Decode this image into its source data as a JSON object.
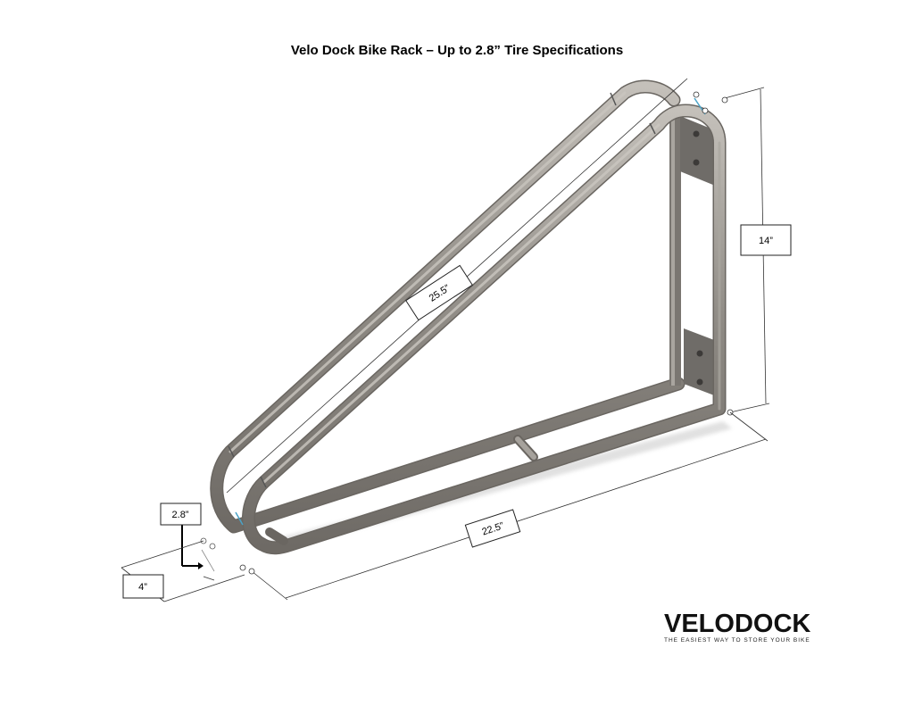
{
  "title": "Velo Dock Bike Rack – Up to 2.8” Tire Specifications",
  "dimensions": {
    "height": "14”",
    "diagonal": "25.5”",
    "length": "22.5”",
    "tire_width": "2.8”",
    "spacing": "4”"
  },
  "brand": {
    "name": "VELODOCK",
    "tagline": "THE EASIEST WAY TO STORE YOUR BIKE"
  },
  "colors": {
    "tube": "#8a8680",
    "tube_highlight": "#bdb9b3",
    "plate": "#6f6c68",
    "dimension_line": "#333333"
  }
}
